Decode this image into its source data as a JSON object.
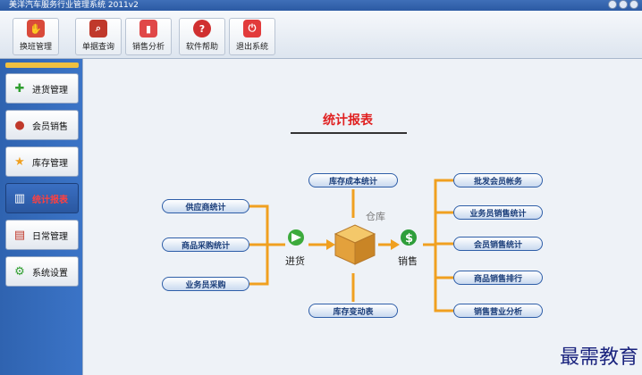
{
  "window": {
    "title": "美洋汽车服务行业管理系统 2011v2"
  },
  "toolbar": {
    "buttons": [
      {
        "label": "换班管理",
        "icon": "handshake-icon",
        "color": "#d94a3a"
      },
      {
        "label": "单据查询",
        "icon": "magnifier-icon",
        "color": "#c0392b"
      },
      {
        "label": "销售分析",
        "icon": "bar-chart-icon",
        "color": "#e04848"
      },
      {
        "label": "软件帮助",
        "icon": "help-icon",
        "color": "#d03030"
      },
      {
        "label": "退出系统",
        "icon": "exit-icon",
        "color": "#e23b3b"
      }
    ]
  },
  "sidebar": {
    "items": [
      {
        "label": "进货管理",
        "icon": "plus-icon",
        "color": "#2f9e2f"
      },
      {
        "label": "会员销售",
        "icon": "member-icon",
        "color": "#c0392b"
      },
      {
        "label": "库存管理",
        "icon": "star-icon",
        "color": "#f0a020"
      },
      {
        "label": "统计报表",
        "icon": "chart-icon",
        "color": "#4a6fd0",
        "active": true
      },
      {
        "label": "日常管理",
        "icon": "calendar-icon",
        "color": "#c0392b"
      },
      {
        "label": "系统设置",
        "icon": "gear-icon",
        "color": "#2f9e2f"
      }
    ]
  },
  "main": {
    "title": "统计报表",
    "left_buttons": [
      "供应商统计",
      "商品采购统计",
      "业务员采购"
    ],
    "top_button": "库存成本统计",
    "bottom_button": "库存变动表",
    "right_buttons": [
      "批发会员帐务",
      "业务员销售统计",
      "会员销售统计",
      "商品销售排行",
      "销售营业分析"
    ],
    "label_in": "进货",
    "label_warehouse": "仓库",
    "label_sales": "销售"
  },
  "watermark": "最需教育"
}
